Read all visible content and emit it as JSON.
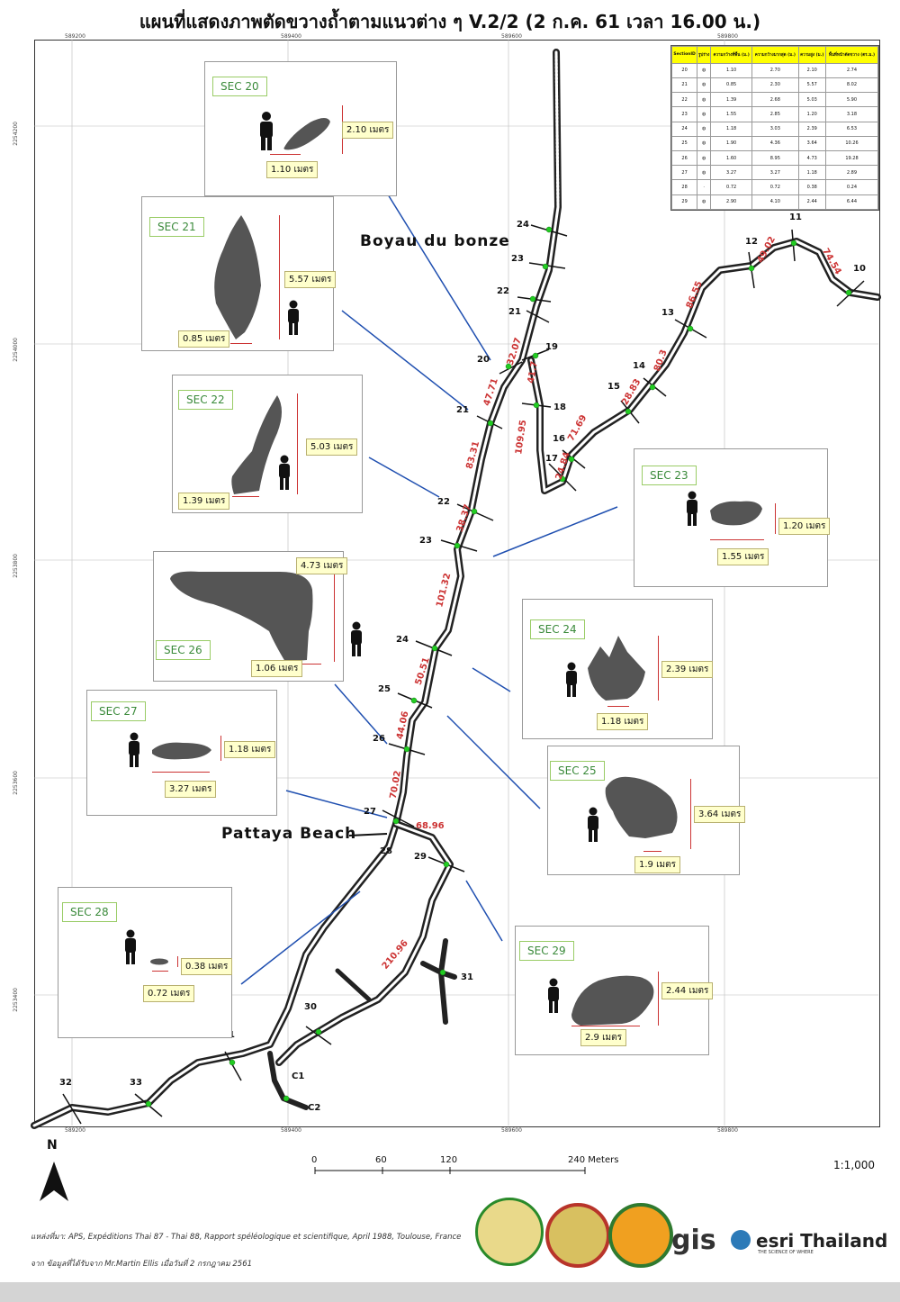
{
  "title": "แผนที่แสดงภาพตัดขวางถ้ำตามแนวต่าง ๆ V.2/2 (2 ก.ค. 61 เวลา 16.00 น.)",
  "map": {
    "grid_x_labels": [
      "589200",
      "589400",
      "589600",
      "589800"
    ],
    "grid_y_labels": [
      "2254200",
      "2254000",
      "2253800",
      "2253600",
      "2253400"
    ],
    "place_names": {
      "boyau": "Boyau du bonze",
      "pattaya": "Pattaya Beach"
    },
    "section_numbers": [
      "24",
      "23",
      "22",
      "21",
      "20",
      "19",
      "21",
      "18",
      "22",
      "23",
      "24",
      "25",
      "26",
      "27",
      "28",
      "29",
      "30",
      "31",
      "32",
      "33",
      "1",
      "C1",
      "C2",
      "17",
      "16",
      "15",
      "14",
      "13",
      "12",
      "11",
      "10"
    ],
    "distance_labels": [
      "32.07",
      "47.71",
      "83.31",
      "38.37",
      "101.32",
      "50.51",
      "44.06",
      "70.02",
      "68.96",
      "210.96",
      "41.7",
      "109.95",
      "24.84",
      "71.69",
      "28.83",
      "80.3",
      "86.55",
      "49.02",
      "74.54"
    ]
  },
  "sections": [
    {
      "tag": "SEC 20",
      "width": "1.10 เมตร",
      "height": "2.10 เมตร"
    },
    {
      "tag": "SEC 21",
      "width": "0.85 เมตร",
      "height": "5.57 เมตร"
    },
    {
      "tag": "SEC 22",
      "width": "1.39 เมตร",
      "height": "5.03 เมตร"
    },
    {
      "tag": "SEC 23",
      "width": "1.55 เมตร",
      "height": "1.20 เมตร"
    },
    {
      "tag": "SEC 24",
      "width": "1.18 เมตร",
      "height": "2.39 เมตร"
    },
    {
      "tag": "SEC 25",
      "width": "1.9 เมตร",
      "height": "3.64 เมตร"
    },
    {
      "tag": "SEC 26",
      "width": "1.06 เมตร",
      "height": "4.73 เมตร"
    },
    {
      "tag": "SEC 27",
      "width": "3.27 เมตร",
      "height": "1.18 เมตร"
    },
    {
      "tag": "SEC 28",
      "width": "0.72 เมตร",
      "height": "0.38 เมตร"
    },
    {
      "tag": "SEC 29",
      "width": "2.9 เมตร",
      "height": "2.44 เมตร"
    }
  ],
  "legend": {
    "headers": [
      "SectionID",
      "รูปร่าง",
      "ความกว้างที่พื้น (ม.)",
      "ความกว้างมากสุด (ม.)",
      "ความสูง (ม.)",
      "พื้นที่หน้าตัดขวาง (ตร.ม.)"
    ],
    "rows": [
      [
        "20",
        "1.10",
        "2.70",
        "2.10",
        "2.74"
      ],
      [
        "21",
        "0.85",
        "2.30",
        "5.57",
        "8.02"
      ],
      [
        "22",
        "1.39",
        "2.68",
        "5.03",
        "5.90"
      ],
      [
        "23",
        "1.55",
        "2.85",
        "1.20",
        "3.18"
      ],
      [
        "24",
        "1.18",
        "3.03",
        "2.39",
        "6.53"
      ],
      [
        "25",
        "1.90",
        "4.36",
        "3.64",
        "10.26"
      ],
      [
        "26",
        "1.60",
        "8.95",
        "4.73",
        "19.28"
      ],
      [
        "27",
        "3.27",
        "3.27",
        "1.18",
        "2.89"
      ],
      [
        "28",
        "0.72",
        "0.72",
        "0.38",
        "0.24"
      ],
      [
        "29",
        "2.90",
        "4.10",
        "2.44",
        "6.44"
      ]
    ]
  },
  "scale": {
    "ticks": [
      "0",
      "60",
      "120",
      "240 Meters"
    ],
    "ratio": "1:1,000"
  },
  "north": "N",
  "footer": {
    "source": "แหล่งที่มา: APS, Expéditions Thai 87 - Thai 88, Rapport spéléologique et scientifique, April 1988, Toulouse, France",
    "from": "จาก ข้อมูลที่ได้รับจาก Mr.Martin Ellis เมื่อวันที่ 2 กรกฎาคม 2561"
  },
  "logos": {
    "gis": "gis",
    "esri": "esri Thailand",
    "esri_sub": "THE SCIENCE OF WHERE"
  },
  "colors": {
    "cave": "#555555",
    "station": "#22cc22",
    "dimline": "#cc3333",
    "leader": "#1f4fb0",
    "section_border": "#99cc66"
  }
}
